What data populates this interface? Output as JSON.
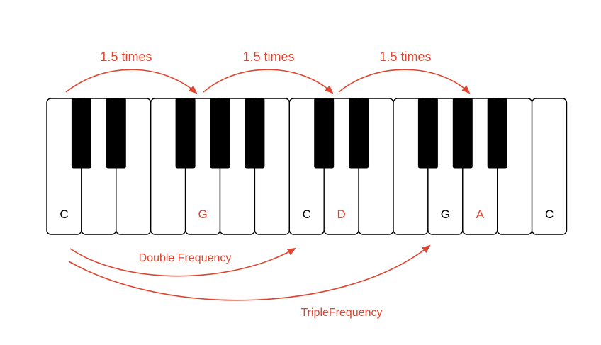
{
  "colors": {
    "accent": "#e0442e",
    "key_outline": "#000000",
    "black_key": "#000000",
    "white_key": "#ffffff",
    "default_label": "#000000"
  },
  "keyboard": {
    "white_key_count": 15,
    "black_keys_after_white_index": [
      0,
      1,
      3,
      4,
      5,
      7,
      8,
      10,
      11,
      12
    ],
    "key_labels": [
      {
        "white_index": 0,
        "text": "C",
        "color": "#000000"
      },
      {
        "white_index": 4,
        "text": "G",
        "color": "#e0442e"
      },
      {
        "white_index": 7,
        "text": "C",
        "color": "#000000"
      },
      {
        "white_index": 8,
        "text": "D",
        "color": "#e0442e"
      },
      {
        "white_index": 11,
        "text": "G",
        "color": "#000000"
      },
      {
        "white_index": 12,
        "text": "A",
        "color": "#e0442e"
      },
      {
        "white_index": 14,
        "text": "C",
        "color": "#000000"
      }
    ]
  },
  "annotations": {
    "fifth_label_1": "1.5 times",
    "fifth_label_2": "1.5 times",
    "fifth_label_3": "1.5 times",
    "double_label": "Double Frequency",
    "triple_label": "TripleFrequency"
  }
}
